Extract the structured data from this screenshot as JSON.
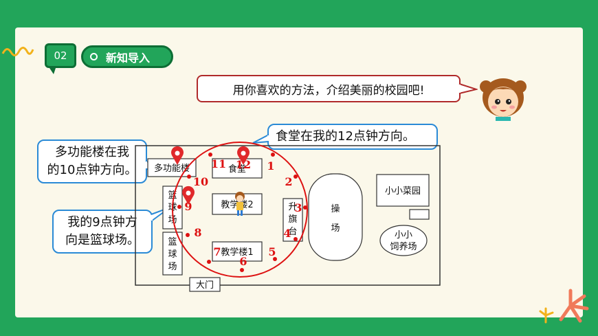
{
  "header": {
    "section_number": "02",
    "section_title": "新知导入"
  },
  "prompt": {
    "text": "用你喜欢的方法，介绍美丽的校园吧!"
  },
  "bubbles": {
    "canteen": "食堂在我的12点钟方向。",
    "multi_line1": "多功能楼在我",
    "multi_line2": "的10点钟方向。",
    "court_line1": "我的9点钟方",
    "court_line2": "向是篮球场。"
  },
  "map": {
    "buildings": {
      "multi": "多功能楼",
      "canteen": "食堂",
      "teach2": "教学楼2",
      "teach1": "教学楼1",
      "flag1": "升",
      "flag2": "旗",
      "flag3": "台",
      "playground1": "操",
      "playground2": "场",
      "garden": "小小菜园",
      "farm1": "小小",
      "farm2": "饲养场",
      "court_a1": "篮",
      "court_a2": "球",
      "court_a3": "场",
      "court_b1": "篮",
      "court_b2": "球",
      "court_b3": "场",
      "gate": "大门"
    },
    "clock_numbers": {
      "n1": "1",
      "n2": "2",
      "n3": "3",
      "n4": "4",
      "n5": "5",
      "n6": "6",
      "n7": "7",
      "n8": "8",
      "n9": "9",
      "n10": "10",
      "n11": "11",
      "n12": "12"
    }
  },
  "colors": {
    "brand_green": "#22a55a",
    "clock_red": "#d11",
    "bubble_blue": "#2a8ad6"
  }
}
